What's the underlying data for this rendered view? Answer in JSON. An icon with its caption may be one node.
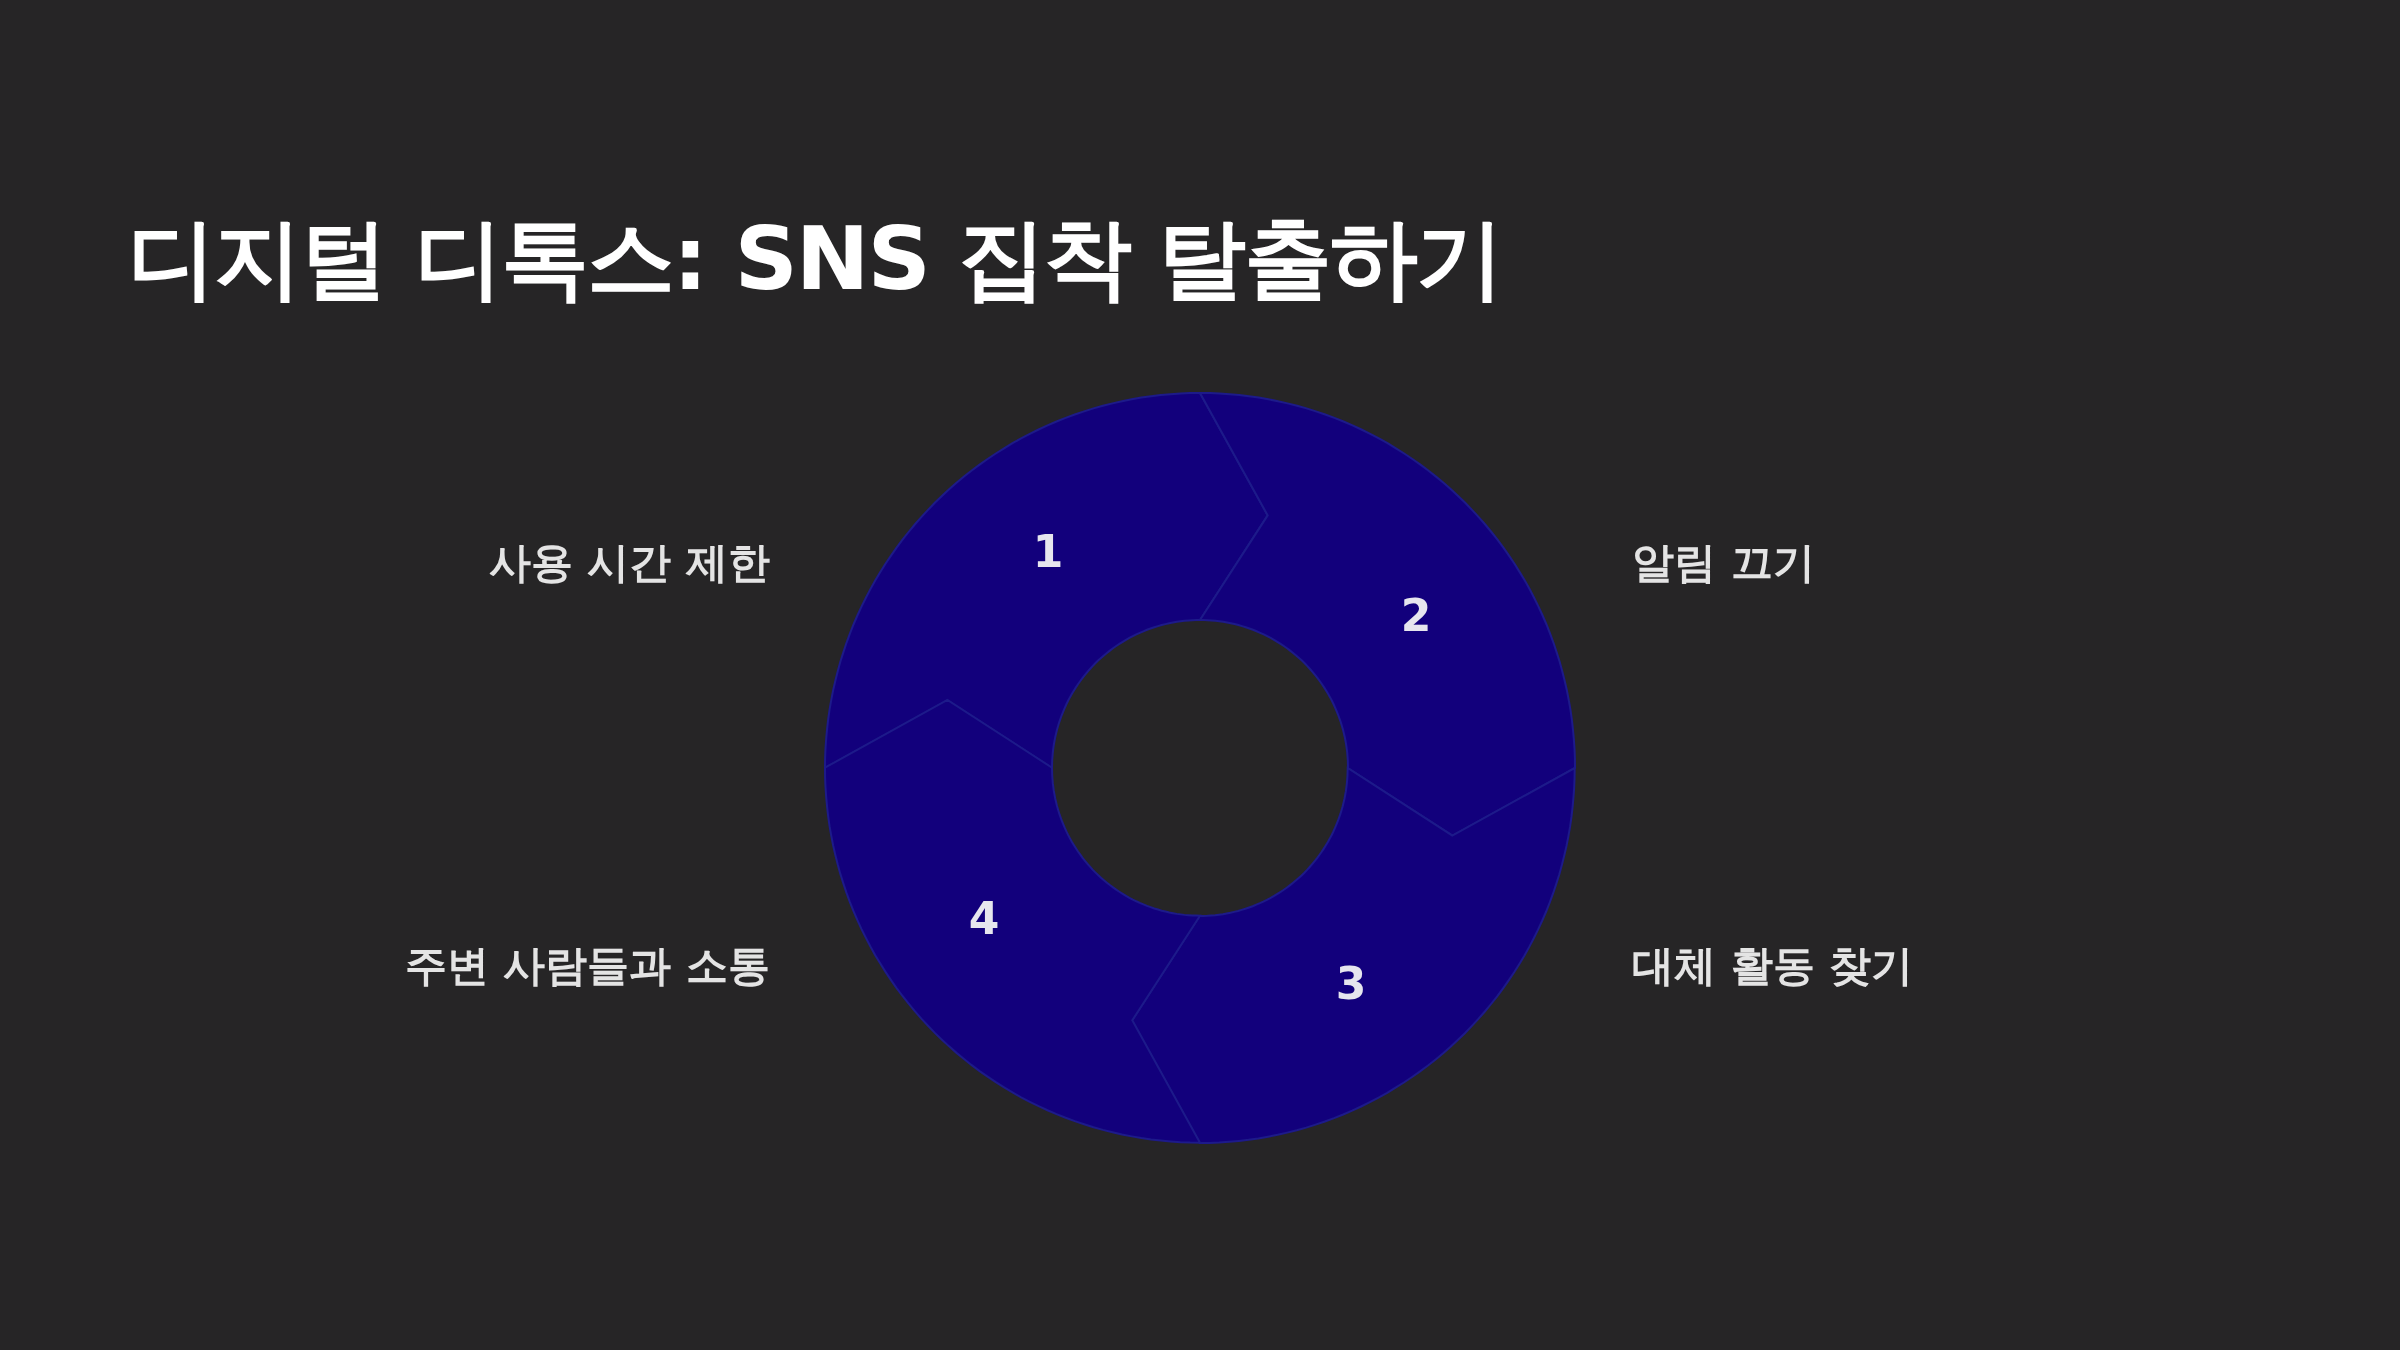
{
  "diagram": {
    "title": "디지털 디톡스: SNS 집착 탈출하기",
    "nodes": [
      {
        "text": [
          "1"
        ],
        "beside": [
          "사용 시간 제한"
        ]
      },
      {
        "text": [
          "2"
        ],
        "beside": [
          "알림 끄기"
        ]
      },
      {
        "text": [
          "3"
        ],
        "beside": [
          "대체 활동 찾기"
        ]
      },
      {
        "text": [
          "4"
        ],
        "beside": [
          "주변 사람들과 소통"
        ]
      }
    ]
  }
}
